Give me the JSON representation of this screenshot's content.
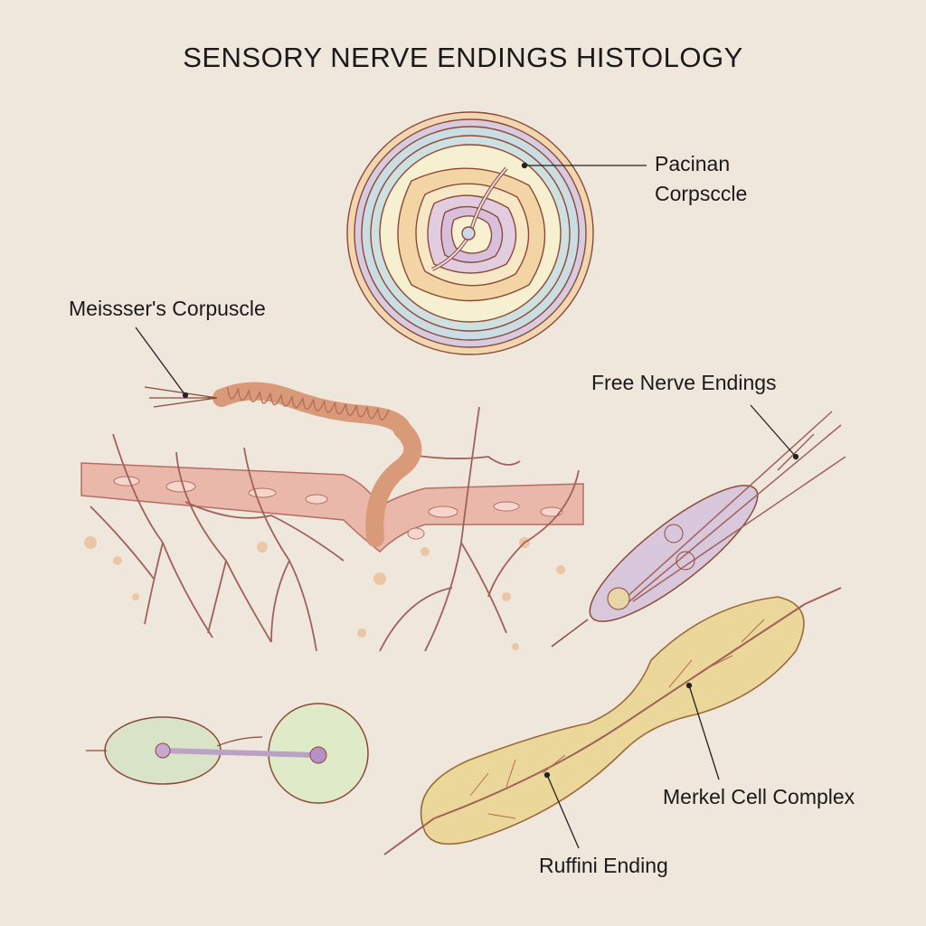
{
  "title": "SENSORY NERVE ENDINGS HISTOLOGY",
  "labels": {
    "pacinian_line1": "Pacinan",
    "pacinian_line2": "Corpsccle",
    "meissner": "Meissser's Corpuscle",
    "free_nerve": "Free Nerve Endings",
    "merkel": "Merkel Cell Complex",
    "ruffini": "Ruffini Ending"
  },
  "colors": {
    "background": "#efe6dc",
    "outline": "#8a4a3a",
    "nerve": "#a0615a",
    "skin": "#e8b4a8"
  }
}
